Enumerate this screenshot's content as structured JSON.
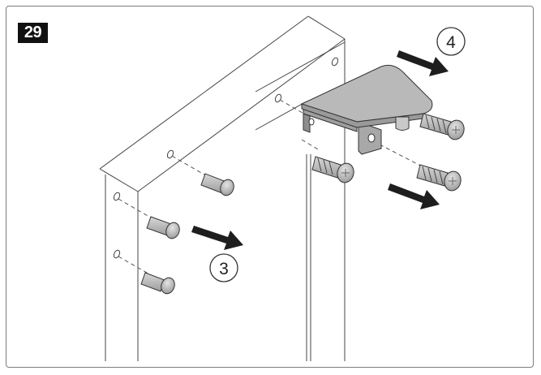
{
  "step": {
    "number": "29"
  },
  "callouts": {
    "shelf_screws": "3",
    "bracket": "4"
  },
  "colors": {
    "line": "#444444",
    "metal": "#b9b9b9",
    "arrow": "#1e1e1e"
  }
}
